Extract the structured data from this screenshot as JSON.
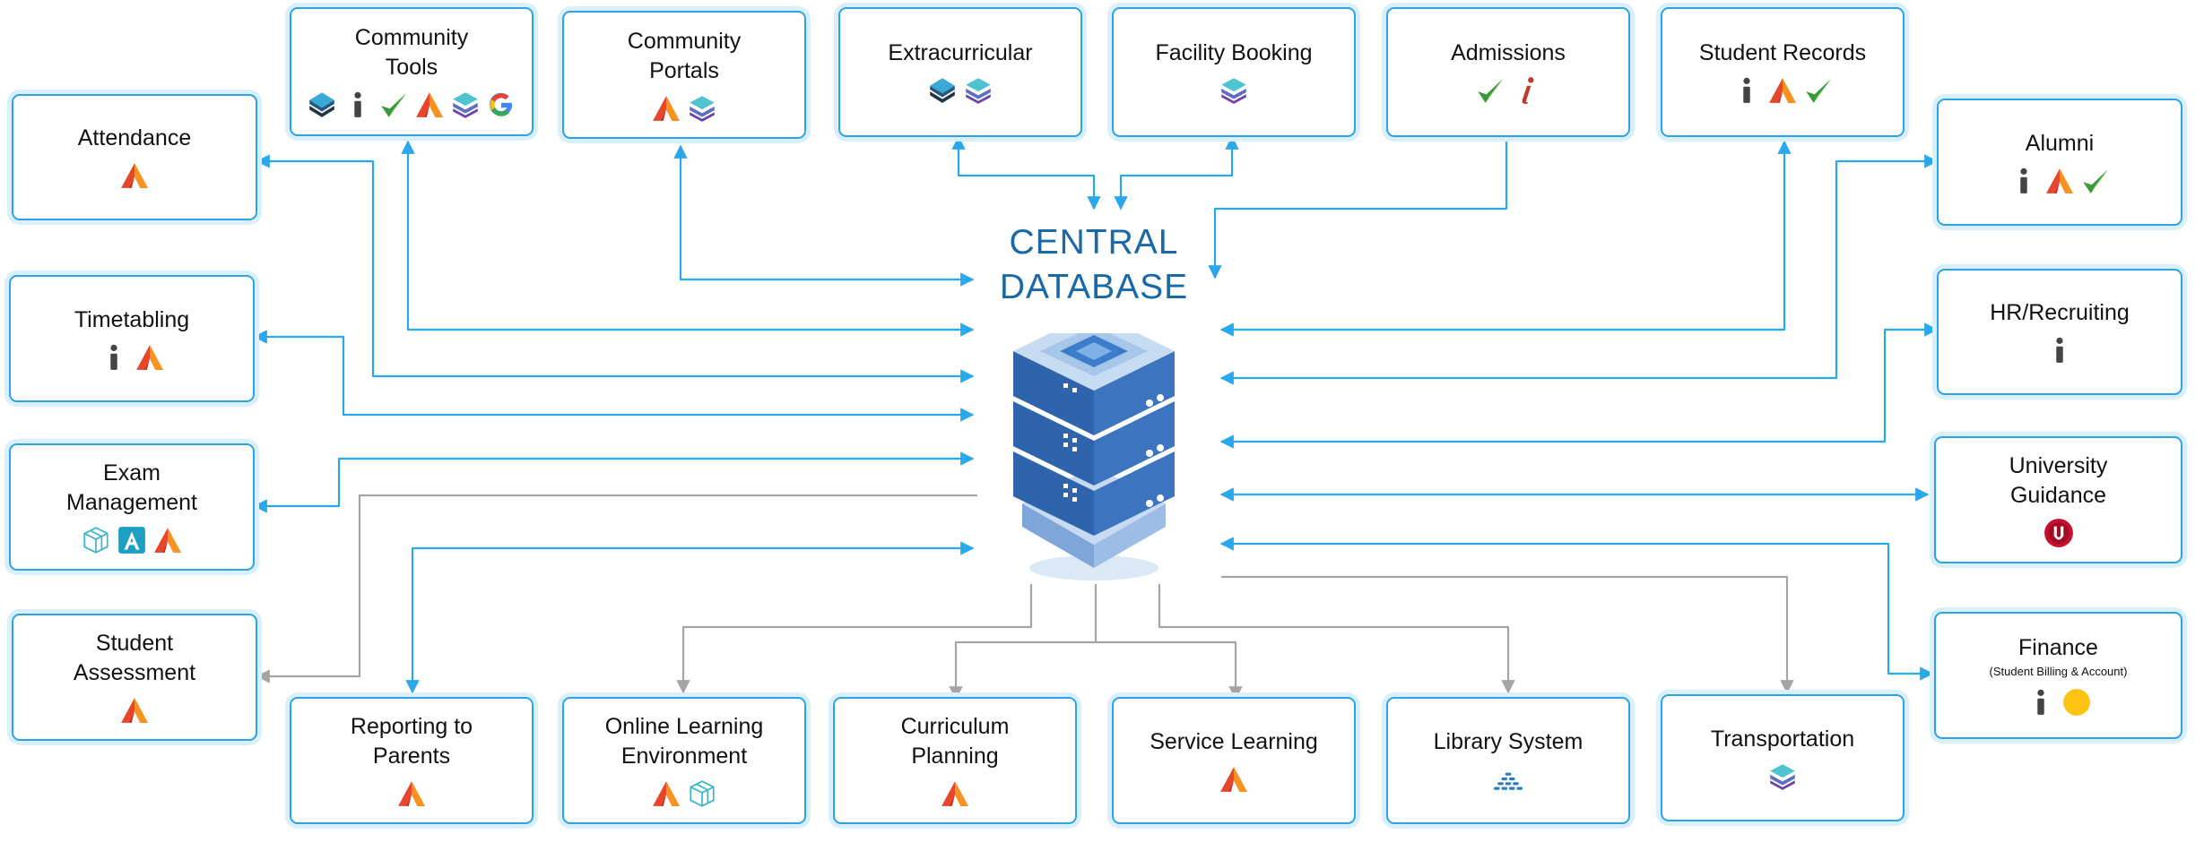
{
  "center": {
    "title": "CENTRAL\nDATABASE"
  },
  "colors": {
    "link": "#29a8ec",
    "one_way": "#a4a4a4",
    "box_border": "#2ba3e6",
    "title": "#1969a7"
  },
  "boxes": [
    {
      "id": "community-tools",
      "label": "Community\nTools",
      "icons": [
        "stack-dark",
        "info",
        "check",
        "alpha",
        "stack-purple",
        "google"
      ]
    },
    {
      "id": "community-portals",
      "label": "Community\nPortals",
      "icons": [
        "alpha",
        "stack-purple"
      ]
    },
    {
      "id": "extracurricular",
      "label": "Extracurricular",
      "icons": [
        "stack-dark",
        "stack-purple"
      ]
    },
    {
      "id": "facility-booking",
      "label": "Facility Booking",
      "icons": [
        "stack-purple"
      ]
    },
    {
      "id": "admissions",
      "label": "Admissions",
      "icons": [
        "check",
        "italic-i"
      ]
    },
    {
      "id": "student-records",
      "label": "Student Records",
      "icons": [
        "info",
        "alpha",
        "check"
      ]
    },
    {
      "id": "attendance",
      "label": "Attendance",
      "icons": [
        "alpha"
      ]
    },
    {
      "id": "alumni",
      "label": "Alumni",
      "icons": [
        "info",
        "alpha",
        "check"
      ]
    },
    {
      "id": "timetabling",
      "label": "Timetabling",
      "icons": [
        "info",
        "alpha"
      ]
    },
    {
      "id": "hr-recruiting",
      "label": "HR/Recruiting",
      "icons": [
        "info"
      ]
    },
    {
      "id": "exam-management",
      "label": "Exam\nManagement",
      "icons": [
        "cube",
        "a-square",
        "alpha"
      ]
    },
    {
      "id": "university-guidance",
      "label": "University\nGuidance",
      "icons": [
        "u-badge"
      ]
    },
    {
      "id": "student-assessment",
      "label": "Student\nAssessment",
      "icons": [
        "alpha"
      ]
    },
    {
      "id": "finance",
      "label": "Finance",
      "sublabel": "(Student Billing & Account)",
      "icons": [
        "info",
        "yellow-dot"
      ]
    },
    {
      "id": "reporting-to-parents",
      "label": "Reporting to\nParents",
      "icons": [
        "alpha"
      ]
    },
    {
      "id": "online-learning-environment",
      "label": "Online Learning\nEnvironment",
      "icons": [
        "alpha",
        "cube"
      ]
    },
    {
      "id": "curriculum-planning",
      "label": "Curriculum\nPlanning",
      "icons": [
        "alpha"
      ]
    },
    {
      "id": "service-learning",
      "label": "Service Learning",
      "icons": [
        "alpha"
      ]
    },
    {
      "id": "library-system",
      "label": "Library System",
      "icons": [
        "library"
      ]
    },
    {
      "id": "transportation",
      "label": "Transportation",
      "icons": [
        "stack-purple"
      ]
    }
  ],
  "connections": [
    {
      "system": "community-tools",
      "direction": "two-way"
    },
    {
      "system": "community-portals",
      "direction": "two-way"
    },
    {
      "system": "extracurricular",
      "direction": "two-way"
    },
    {
      "system": "facility-booking",
      "direction": "two-way"
    },
    {
      "system": "admissions",
      "direction": "to-database"
    },
    {
      "system": "student-records",
      "direction": "two-way"
    },
    {
      "system": "attendance",
      "direction": "two-way"
    },
    {
      "system": "alumni",
      "direction": "two-way"
    },
    {
      "system": "timetabling",
      "direction": "two-way"
    },
    {
      "system": "hr-recruiting",
      "direction": "two-way"
    },
    {
      "system": "exam-management",
      "direction": "two-way"
    },
    {
      "system": "university-guidance",
      "direction": "two-way"
    },
    {
      "system": "student-assessment",
      "direction": "from-database"
    },
    {
      "system": "finance",
      "direction": "two-way"
    },
    {
      "system": "reporting-to-parents",
      "direction": "two-way"
    },
    {
      "system": "online-learning-environment",
      "direction": "from-database"
    },
    {
      "system": "curriculum-planning",
      "direction": "from-database"
    },
    {
      "system": "service-learning",
      "direction": "from-database"
    },
    {
      "system": "library-system",
      "direction": "from-database"
    },
    {
      "system": "transportation",
      "direction": "from-database"
    }
  ]
}
